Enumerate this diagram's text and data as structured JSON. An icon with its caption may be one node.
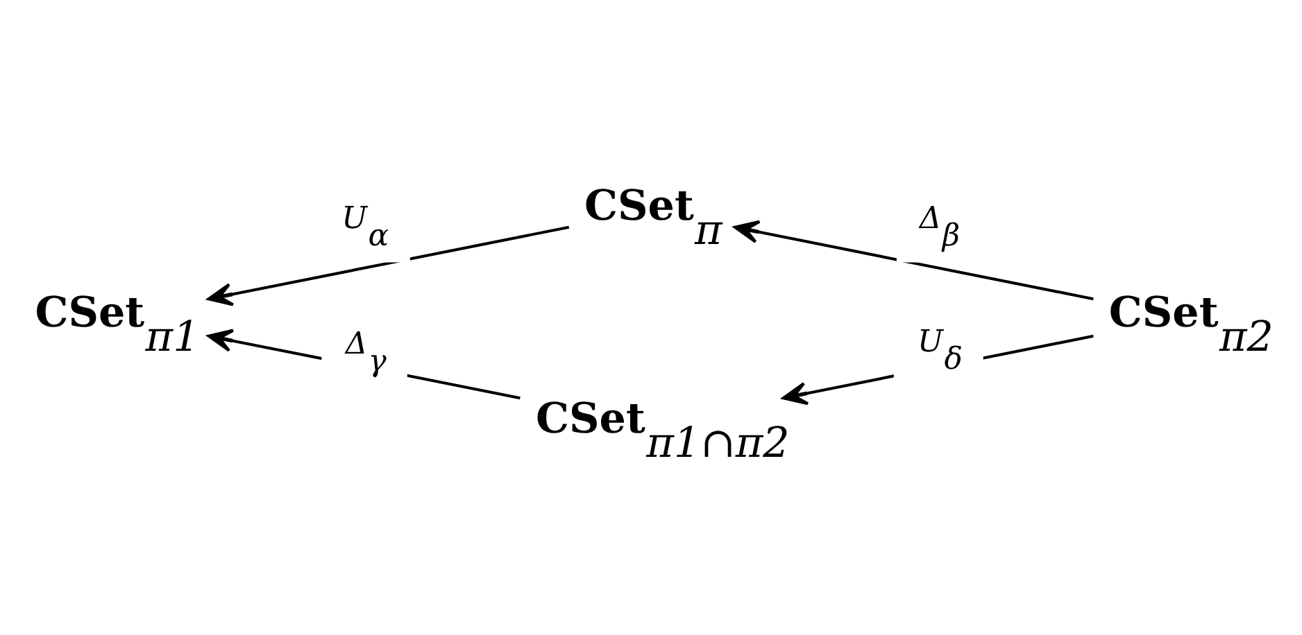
{
  "diagram": {
    "nodes": [
      {
        "text": [
          "CSet$_{π}$"
        ]
      },
      {
        "text": [
          "CSet$_{π1}$"
        ]
      },
      {
        "text": [
          "CSet$_{π2}$"
        ]
      },
      {
        "text": [
          "CSet$_{π1∩π2}$"
        ]
      }
    ],
    "edges": [
      {
        "from": 0,
        "to": 1,
        "arrow": "to",
        "label": "U$_{α}$"
      },
      {
        "from": 2,
        "to": 0,
        "arrow": "to",
        "label": "Δ$_{β}$"
      },
      {
        "from": 2,
        "to": 3,
        "arrow": "to",
        "label": "U$_{δ}$"
      },
      {
        "from": 3,
        "to": 1,
        "arrow": "to",
        "label": "Δ$_{γ}$"
      }
    ]
  }
}
